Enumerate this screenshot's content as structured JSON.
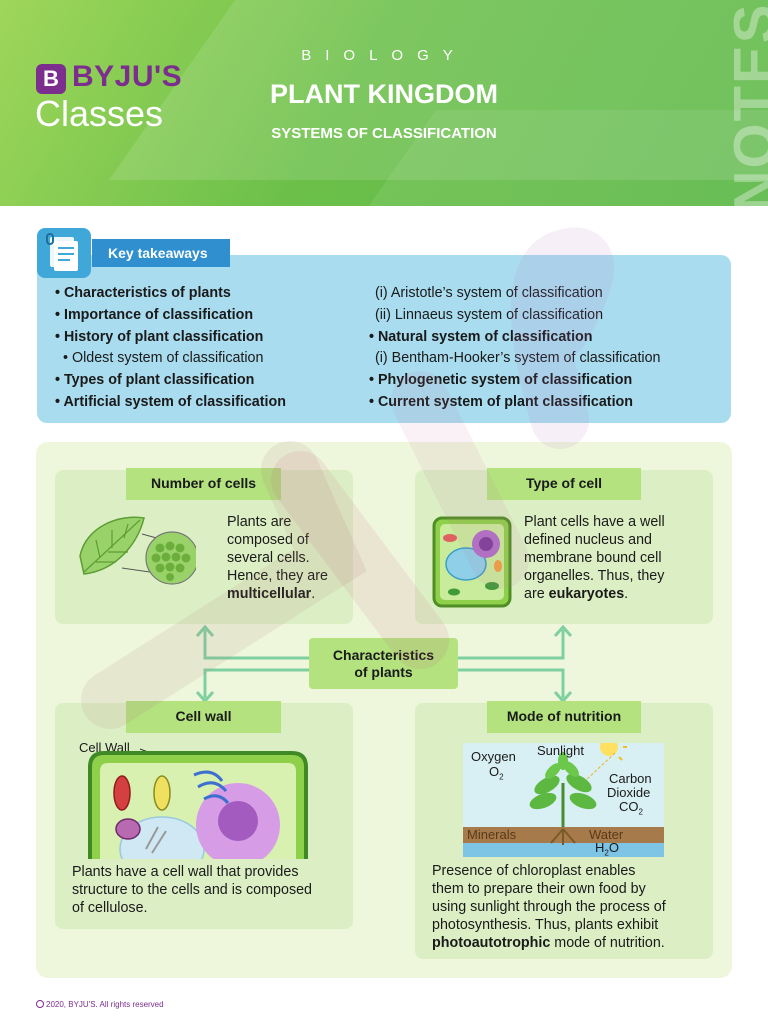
{
  "header": {
    "logo_b": "B",
    "logo_brand": "BYJU'S",
    "logo_sub": "Classes",
    "subject": "BIOLOGY",
    "title": "PLANT KINGDOM",
    "subtitle": "SYSTEMS OF CLASSIFICATION",
    "side_tag": "NOTES"
  },
  "key_takeaways": {
    "label": "Key takeaways",
    "left": [
      "• Characteristics of plants",
      "• Importance of classification",
      "• History of plant classification",
      "  • Oldest system of classification",
      "• Types of plant classification",
      "• Artificial system of classification"
    ],
    "right": [
      "(i)  Aristotle’s system of classification",
      "(ii) Linnaeus system of classification",
      "• Natural system of classification",
      "(i)  Bentham-Hooker’s system of classification",
      "• Phylogenetic system of classification",
      "• Current system of plant classification"
    ]
  },
  "cards": {
    "cells": {
      "label": "Number of cells",
      "lines": [
        "Plants are",
        "composed of",
        "several cells.",
        "Hence, they are"
      ],
      "bold": "multicellular",
      "end": "."
    },
    "type": {
      "label": "Type of cell",
      "lines": [
        "Plant cells have a well",
        "defined nucleus and",
        "membrane bound cell",
        "organelles. Thus, they"
      ],
      "pre": "are ",
      "bold": "eukaryotes",
      "end": "."
    },
    "wall": {
      "label": "Cell wall",
      "callout": "Cell Wall",
      "lines": [
        "Plants have a cell wall that provides",
        "structure to the cells and is composed",
        "of cellulose."
      ]
    },
    "nutrition": {
      "label": "Mode of nutrition",
      "oxygen": "Oxygen",
      "o2": "O",
      "sunlight": "Sunlight",
      "carbon": "Carbon",
      "dioxide": "Dioxide",
      "co2": "CO",
      "minerals": "Minerals",
      "water": "Water",
      "h2o_h": "H",
      "h2o_o": "O",
      "sub2": "2",
      "lines": [
        "Presence of chloroplast enables",
        "them to prepare their own food by",
        "using sunlight through the process of",
        "photosynthesis. Thus, plants exhibit"
      ],
      "bold": "photoautotrophic",
      "end": " mode of nutrition."
    }
  },
  "center_label": [
    "Characteristics",
    "of plants"
  ],
  "footer": "2020, BYJU'S. All rights reserved",
  "colors": {
    "header_green": "#6cc04a",
    "brand_purple": "#7b2e8e",
    "takeaways_bg": "#a9dcef",
    "label_green": "#b3e27f",
    "card_bg": "#dcefc4"
  }
}
